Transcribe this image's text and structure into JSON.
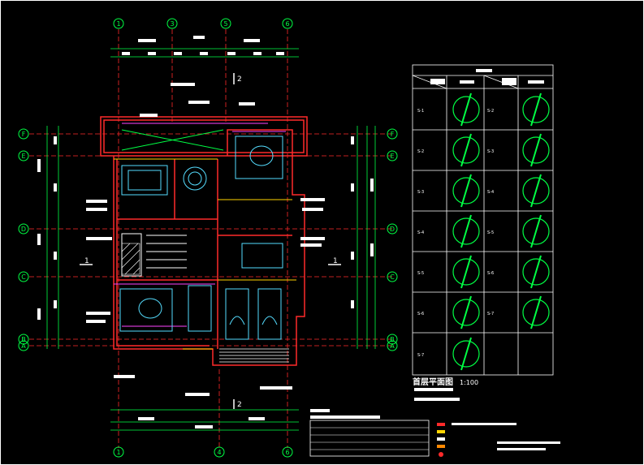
{
  "drawing": {
    "title": "首层平面图",
    "scale": "1:100"
  },
  "grid": {
    "top_axes": [
      "1",
      "3",
      "5",
      "6"
    ],
    "bottom_axes": [
      "1",
      "4",
      "6"
    ],
    "row_axes": [
      "F",
      "E",
      "D",
      "C",
      "B",
      "A"
    ]
  },
  "section_marks": {
    "vertical": "2",
    "horizontal": "1"
  },
  "legend_table": {
    "row_labels_left": [
      "S-1",
      "S-2",
      "S-3",
      "S-4",
      "S-5",
      "S-6",
      "S-7"
    ],
    "row_labels_right": [
      "S-2",
      "S-3",
      "S-4",
      "S-5",
      "S-6",
      "S-7"
    ]
  },
  "colors": {
    "wall": "#ff2a2a",
    "dim": "#00ff44",
    "text": "#ffffff",
    "furniture": "#55ddff",
    "partition": "#ffd400",
    "accent": "#ff44ff"
  }
}
